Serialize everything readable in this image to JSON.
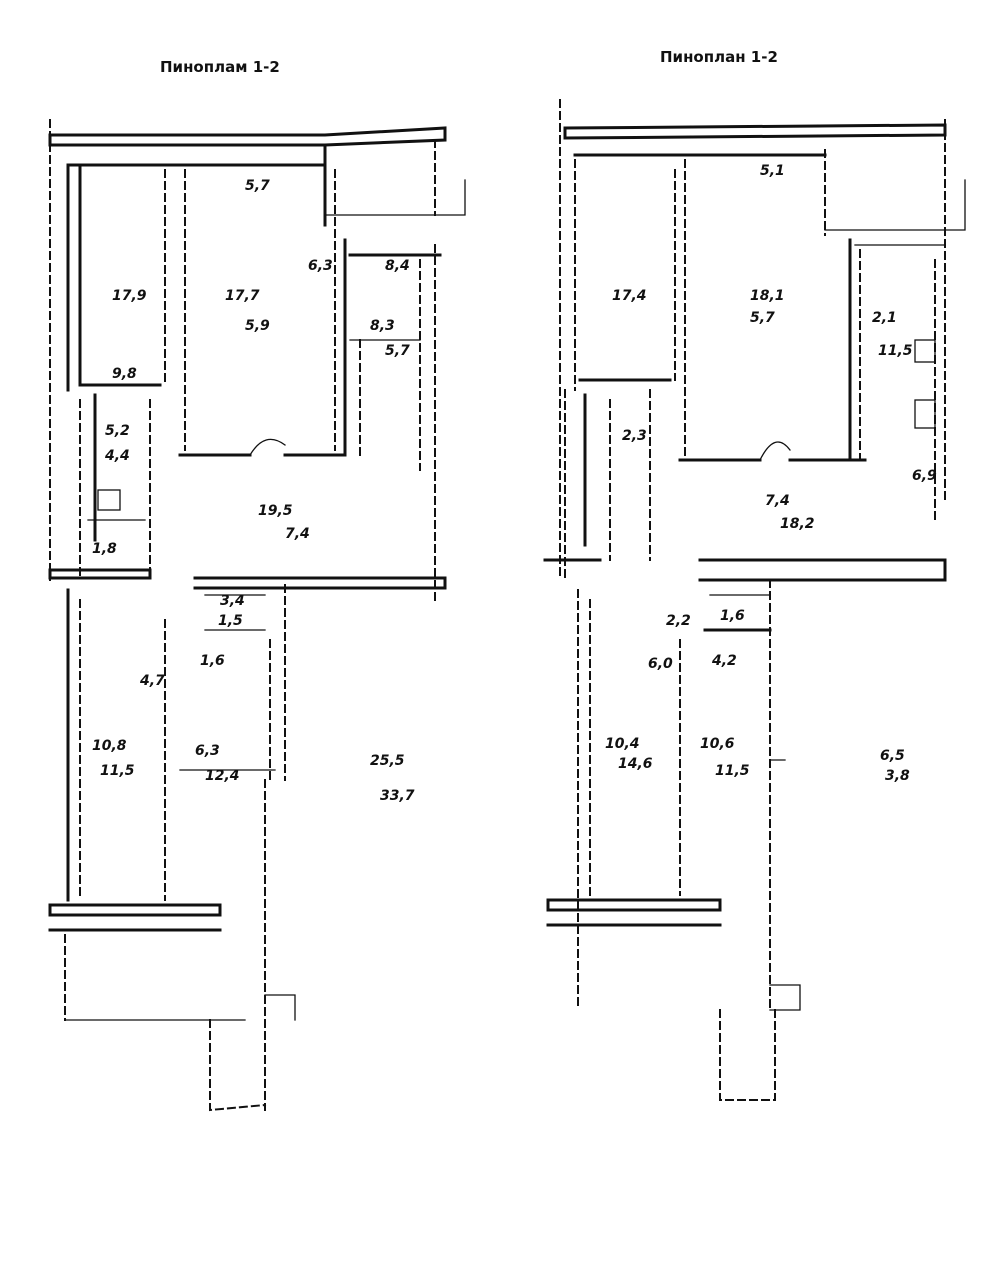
{
  "titles": {
    "left": "Пиноплам 1-2",
    "right": "Пиноплан 1-2"
  },
  "left_plan": {
    "rooms": [
      {
        "num": "5,7",
        "area": "17,9"
      },
      {
        "num": "5,9",
        "area": "17,7"
      },
      {
        "num": "6,3",
        "area": "8,4"
      },
      {
        "num": "5,7",
        "area": "8,3"
      },
      {
        "num": "9,8",
        "area": "4,4"
      },
      {
        "num": "5,2",
        "area": "1,8"
      },
      {
        "num": "7,4",
        "area": "19,5"
      },
      {
        "num": "3,4",
        "area": "1,5"
      },
      {
        "num": "1,6",
        "area": "4,7"
      },
      {
        "num": "10,8",
        "area": "11,5"
      },
      {
        "num": "6,3",
        "area": "12,4"
      },
      {
        "num": "25,5",
        "area": "33,7"
      }
    ]
  },
  "right_plan": {
    "rooms": [
      {
        "num": "5,1",
        "area": "17,4"
      },
      {
        "num": "5,7",
        "area": "18,1"
      },
      {
        "num": "2,1",
        "area": "11,5"
      },
      {
        "num": "6,9",
        "area": "2,3"
      },
      {
        "num": "7,4",
        "area": "18,2"
      },
      {
        "num": "1,6",
        "area": "4,2"
      },
      {
        "num": "6,0",
        "area": "2,2"
      },
      {
        "num": "10,4",
        "area": "14,6"
      },
      {
        "num": "10,6",
        "area": "11,5"
      },
      {
        "num": "6,5",
        "area": "3,8"
      }
    ]
  }
}
